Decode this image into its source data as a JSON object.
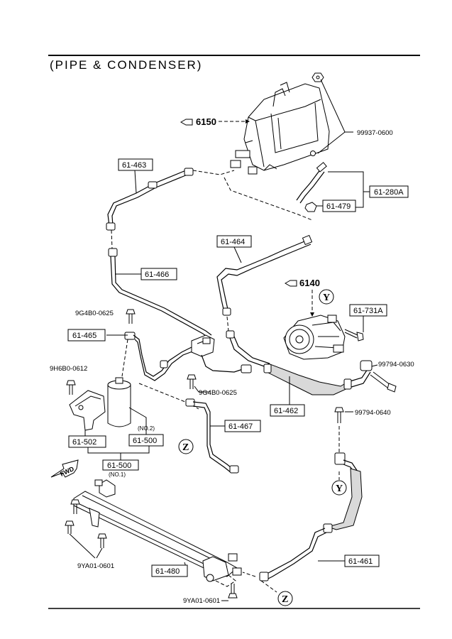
{
  "title": "(PIPE & CONDENSER)",
  "callouts": {
    "p6150": "6150",
    "p6140": "6140",
    "p99937": "99937-0600",
    "p61463": "61-463",
    "p61280A": "61-280A",
    "p61479": "61-479",
    "p61464": "61-464",
    "p61466": "61-466",
    "p9G4B00625a": "9G4B0-0625",
    "p61465": "61-465",
    "p61731A": "61-731A",
    "p99794_0630": "99794-0630",
    "p9H6B0": "9H6B0-0612",
    "p9G4B00625b": "9G4B0-0625",
    "p61462": "61-462",
    "p99794_0640": "99794-0640",
    "p61502": "61-502",
    "p61500a": "61-500",
    "no2": "(NO.2)",
    "p61467": "61-467",
    "p61500b": "61-500",
    "no1": "(NO.1)",
    "p9YA01a": "9YA01-0601",
    "p61480": "61-480",
    "p61461": "61-461",
    "p9YA01b": "9YA01-0601"
  },
  "markers": {
    "y": "Y",
    "z": "Z"
  },
  "fwd": "FWD",
  "colors": {
    "ink": "#000000",
    "paper": "#ffffff",
    "hose": "#d9d9d9"
  }
}
